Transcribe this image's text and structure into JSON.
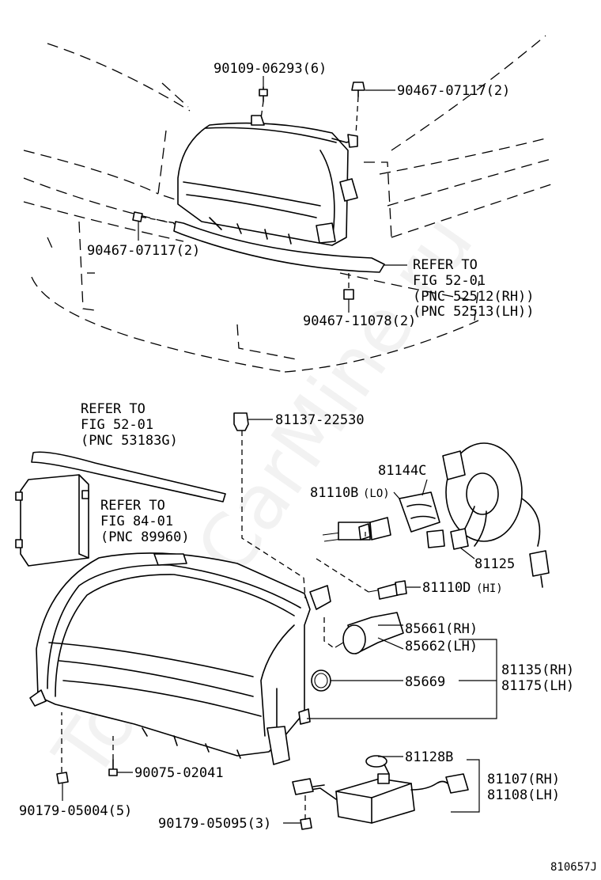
{
  "watermark": "ToyotaCarMine.ru",
  "figure_code": "810657J",
  "labels": {
    "l_90109": "90109-06293(6)",
    "l_90467a": "90467-07117(2)",
    "l_90467b": "90467-07117(2)",
    "l_ref1_a": "REFER TO",
    "l_ref1_b": "FIG 52-01",
    "l_ref1_c": "(PNC 52512(RH))",
    "l_ref1_d": "(PNC 52513(LH))",
    "l_90467c": "90467-11078(2)",
    "l_ref2_a": "REFER TO",
    "l_ref2_b": "FIG 52-01",
    "l_ref2_c": "(PNC 53183G)",
    "l_81137": "81137-22530",
    "l_81144": "81144C",
    "l_81110b": "81110B",
    "l_lo": "(LO)",
    "l_ref3_a": "REFER TO",
    "l_ref3_b": "FIG 84-01",
    "l_ref3_c": "(PNC 89960)",
    "l_81125": "81125",
    "l_81110d": "81110D",
    "l_hi": "(HI)",
    "l_85661": "85661(RH)",
    "l_85662": "85662(LH)",
    "l_85669": "85669",
    "l_81135": "81135(RH)",
    "l_81175": "81175(LH)",
    "l_81128": "81128B",
    "l_81107": "81107(RH)",
    "l_81108": "81108(LH)",
    "l_90075": "90075-02041",
    "l_90179a": "90179-05004(5)",
    "l_90179b": "90179-05095(3)"
  }
}
